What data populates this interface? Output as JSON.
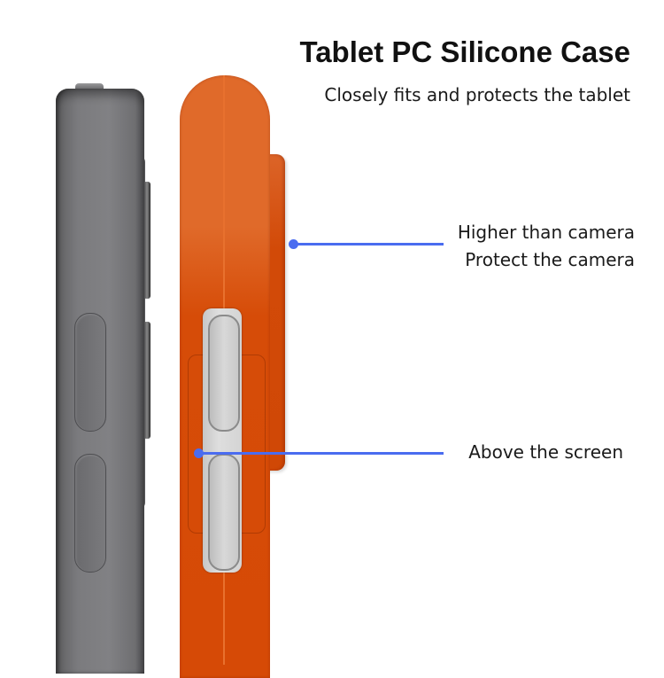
{
  "header": {
    "title": "Tablet PC Silicone Case",
    "subtitle": "Closely fits and protects the tablet"
  },
  "callouts": [
    {
      "lines": [
        "Higher than camera",
        "Protect the camera"
      ]
    },
    {
      "lines": [
        "Above the screen"
      ]
    }
  ],
  "colors": {
    "case_orange": "#d64a06",
    "case_orange_light": "#e06a2a",
    "tablet_grey": "#7b7b7e",
    "callout_blue": "#4a6cf0",
    "button_silver": "#d4d4d4"
  },
  "illustration": {
    "left_item": "tablet-side-view",
    "right_item": "silicone-case-side-view"
  }
}
